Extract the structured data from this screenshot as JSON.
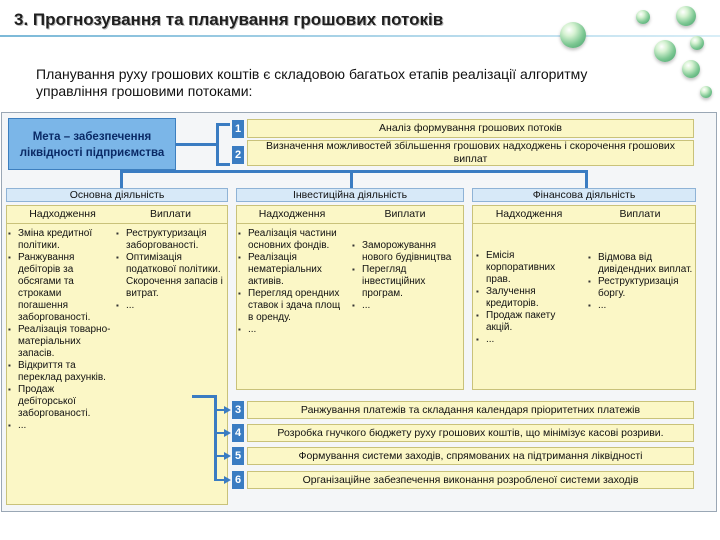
{
  "title": "3. Прогнозування та планування грошових потоків",
  "intro": "Планування руху грошових коштів є складовою багатьох етапів реалізації алгоритму управління грошовими потоками:",
  "goal": "Мета – забезпечення ліквідності підприємства",
  "steps_top": [
    {
      "num": "1",
      "text": "Аналіз формування грошових потоків"
    },
    {
      "num": "2",
      "text": "Визначення можливостей збільшення грошових надходжень і скорочення грошових виплат"
    }
  ],
  "activities": [
    {
      "name": "Основна діяльність",
      "in_label": "Надходження",
      "out_label": "Виплати",
      "in_items": [
        "Зміна кредитної політики.",
        "Ранжування дебіторів за обсягами та строками погашення заборгованості.",
        "Реалізація товарно-матеріальних запасів.",
        "Відкриття та переклад рахунків.",
        "Продаж дебіторської заборгованості.",
        "..."
      ],
      "out_items": [
        "Реструктуризація заборгованості.",
        "Оптимізація податкової політики. Скорочення запасів і витрат.",
        "..."
      ]
    },
    {
      "name": "Інвестиційна діяльність",
      "in_label": "Надходження",
      "out_label": "Виплати",
      "in_items": [
        "Реалізація частини основних фондів.",
        "Реалізація нематеріальних активів.",
        "Перегляд орендних ставок і здача площ в оренду.",
        "..."
      ],
      "out_items": [
        "Заморожування нового будівництва",
        "Перегляд інвестиційних програм.",
        "..."
      ]
    },
    {
      "name": "Фінансова діяльність",
      "in_label": "Надходження",
      "out_label": "Виплати",
      "in_items": [
        "Емісія корпоративних прав.",
        "Залучення кредиторів.",
        "Продаж пакету акцій.",
        "..."
      ],
      "out_items": [
        "Відмова від дивідендних виплат.",
        "Реструктуризація боргу.",
        "..."
      ]
    }
  ],
  "steps_bottom": [
    {
      "num": "3",
      "text": "Ранжування платежів та складання календаря пріоритетних платежів"
    },
    {
      "num": "4",
      "text": "Розробка гнучкого бюджету руху грошових коштів, що мінімізує касові розриви."
    },
    {
      "num": "5",
      "text": "Формування системи заходів, спрямованих на підтримання ліквідності"
    },
    {
      "num": "6",
      "text": "Організаційне забезпечення виконання розробленої системи заходів"
    }
  ]
}
